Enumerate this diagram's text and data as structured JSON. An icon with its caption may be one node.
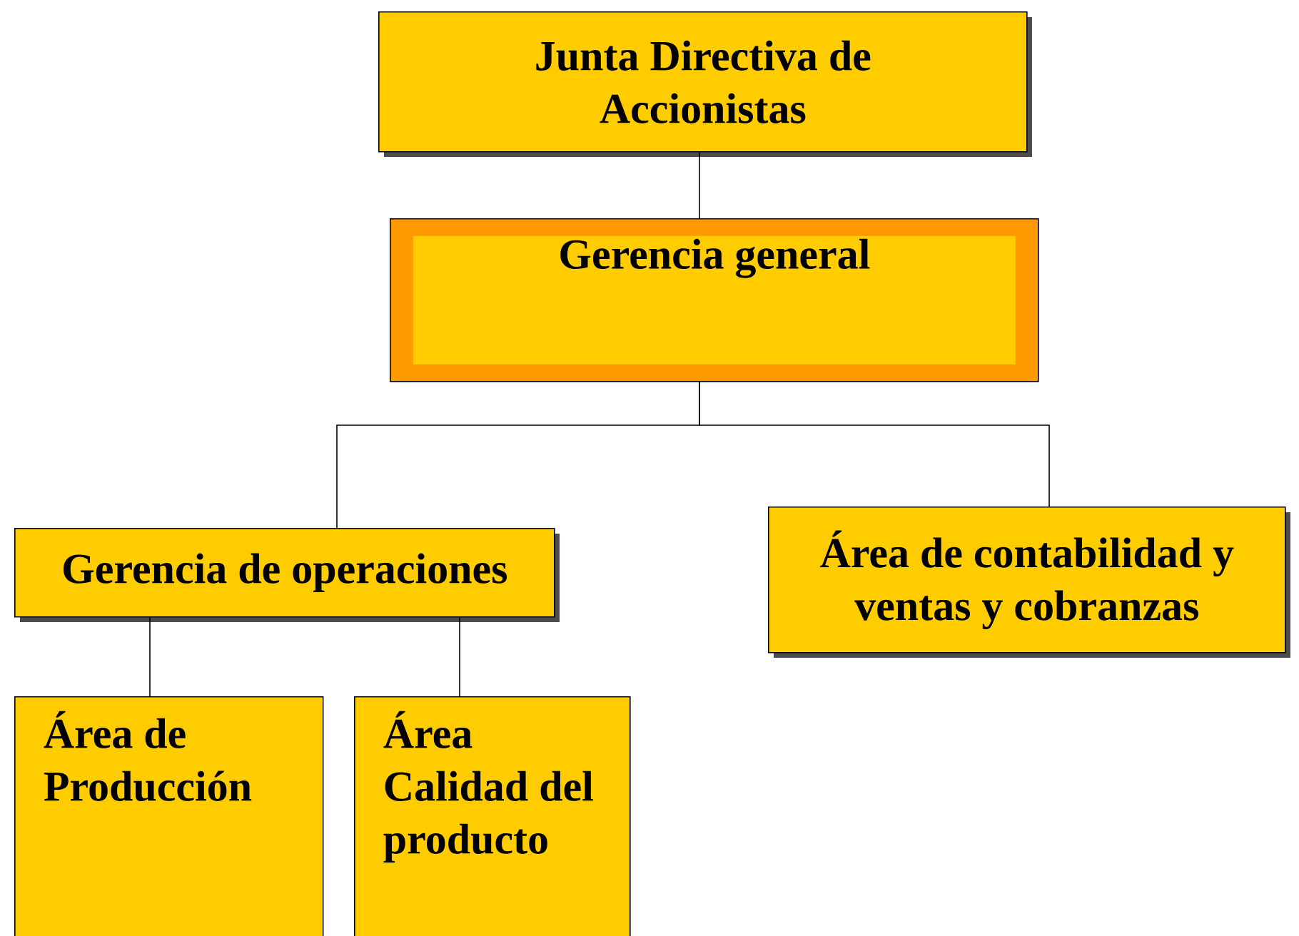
{
  "diagram": {
    "nodes": [
      {
        "text": [
          "Junta Directiva de Accionistas"
        ]
      },
      {
        "text": [
          "Gerencia  general"
        ]
      },
      {
        "text": [
          "Gerencia de operaciones"
        ]
      },
      {
        "text": [
          "Área de contabilidad y ventas y cobranzas"
        ]
      },
      {
        "text": [
          "Área de Producción"
        ]
      },
      {
        "text": [
          "Área Calidad del producto"
        ]
      }
    ],
    "edges": [
      {
        "from": 0,
        "to": 1,
        "arrow": "none"
      },
      {
        "from": 1,
        "to": 2,
        "arrow": "none"
      },
      {
        "from": 1,
        "to": 3,
        "arrow": "none"
      },
      {
        "from": 2,
        "to": 4,
        "arrow": "none"
      },
      {
        "from": 2,
        "to": 5,
        "arrow": "none"
      }
    ]
  }
}
